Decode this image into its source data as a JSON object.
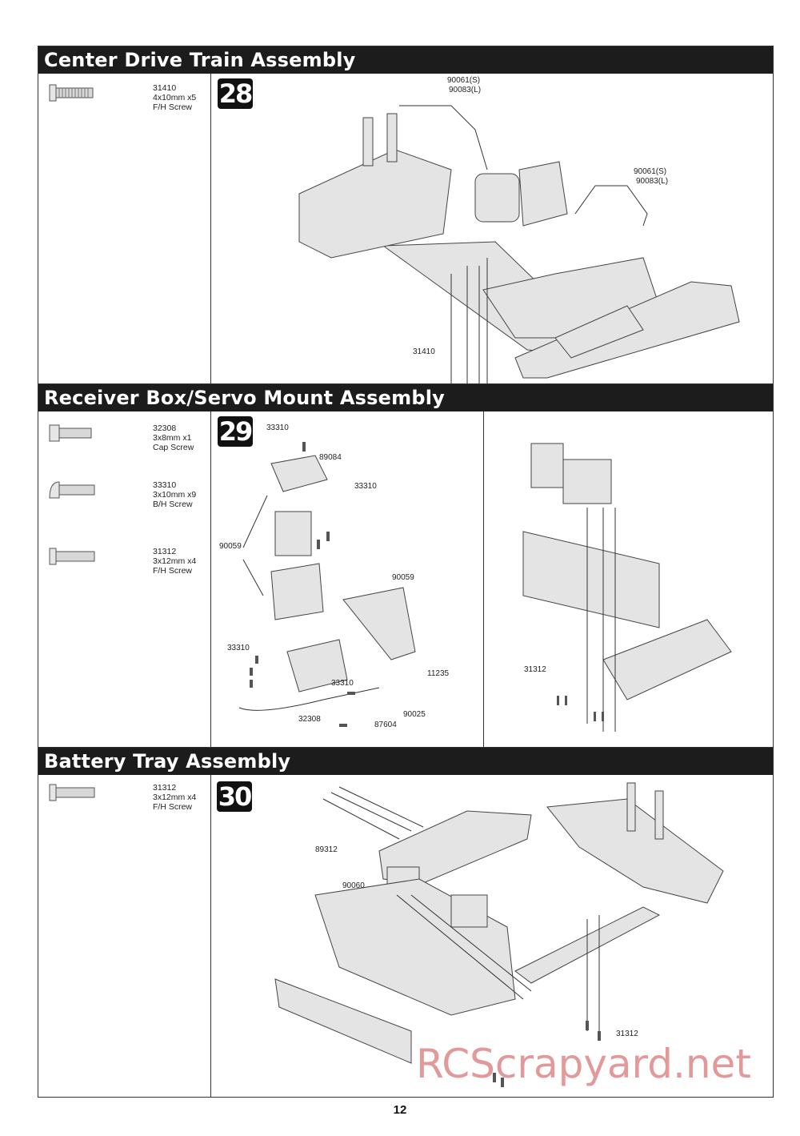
{
  "sections": [
    {
      "title": "Center Drive Train Assembly",
      "step": "28",
      "parts": [
        {
          "number": "31410",
          "size": "4x10mm x5",
          "type": "F/H Screw"
        }
      ],
      "callouts": [
        "90061(S)",
        "90083(L)",
        "90061(S)",
        "90083(L)",
        "31410"
      ]
    },
    {
      "title": "Receiver Box/Servo Mount Assembly",
      "step": "29",
      "parts": [
        {
          "number": "32308",
          "size": "3x8mm x1",
          "type": "Cap Screw"
        },
        {
          "number": "33310",
          "size": "3x10mm x9",
          "type": "B/H Screw"
        },
        {
          "number": "31312",
          "size": "3x12mm x4",
          "type": "F/H Screw"
        }
      ],
      "callouts": [
        "33310",
        "89084",
        "33310",
        "90059",
        "90059",
        "33310",
        "33310",
        "11235",
        "32308",
        "90025",
        "87604",
        "31312"
      ]
    },
    {
      "title": "Battery Tray Assembly",
      "step": "30",
      "parts": [
        {
          "number": "31312",
          "size": "3x12mm x4",
          "type": "F/H Screw"
        }
      ],
      "callouts": [
        "89312",
        "90060",
        "31312"
      ]
    }
  ],
  "page_number": "12",
  "watermark": "RCScrapyard.net"
}
